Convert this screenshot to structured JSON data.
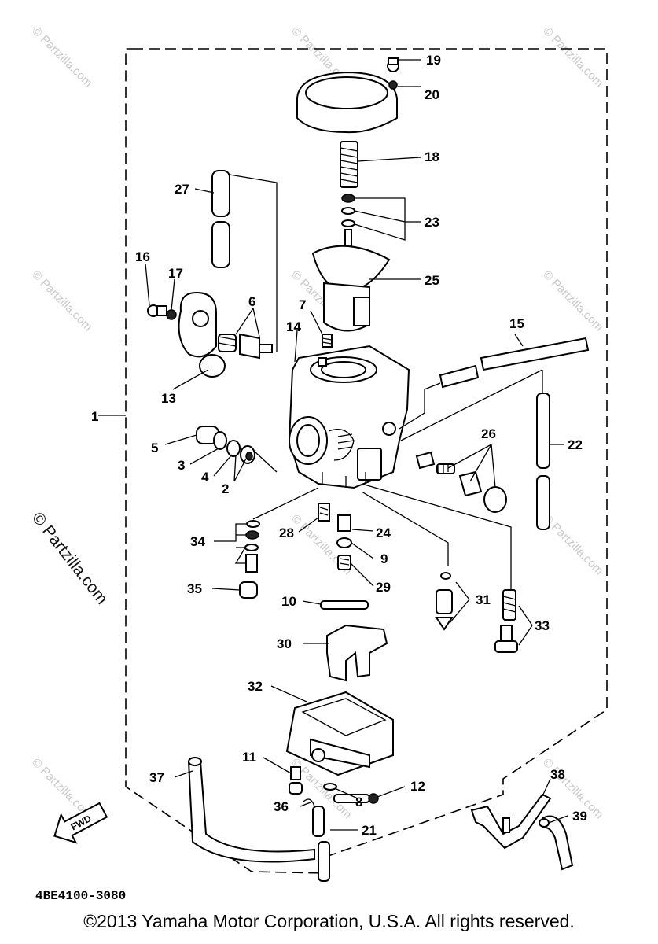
{
  "callouts": [
    {
      "label": "19"
    },
    {
      "label": "20"
    },
    {
      "label": "18"
    },
    {
      "label": "27"
    },
    {
      "label": "23"
    },
    {
      "label": "25"
    },
    {
      "label": "16"
    },
    {
      "label": "17"
    },
    {
      "label": "6"
    },
    {
      "label": "7"
    },
    {
      "label": "14"
    },
    {
      "label": "15"
    },
    {
      "label": "13"
    },
    {
      "label": "1"
    },
    {
      "label": "26"
    },
    {
      "label": "22"
    },
    {
      "label": "5"
    },
    {
      "label": "3"
    },
    {
      "label": "4"
    },
    {
      "label": "2"
    },
    {
      "label": "28"
    },
    {
      "label": "24"
    },
    {
      "label": "34"
    },
    {
      "label": "9"
    },
    {
      "label": "29"
    },
    {
      "label": "35"
    },
    {
      "label": "10"
    },
    {
      "label": "31"
    },
    {
      "label": "33"
    },
    {
      "label": "30"
    },
    {
      "label": "32"
    },
    {
      "label": "11"
    },
    {
      "label": "12"
    },
    {
      "label": "37"
    },
    {
      "label": "38"
    },
    {
      "label": "39"
    },
    {
      "label": "36"
    },
    {
      "label": "8"
    },
    {
      "label": "21"
    }
  ],
  "fwd_label": "FWD",
  "diagram_code": "4BE4100-3080",
  "watermark": {
    "small": "© Partzilla.com",
    "large": "© Partzilla.com"
  },
  "copyright": "©2013 Yamaha Motor Corporation, U.S.A. All rights reserved."
}
